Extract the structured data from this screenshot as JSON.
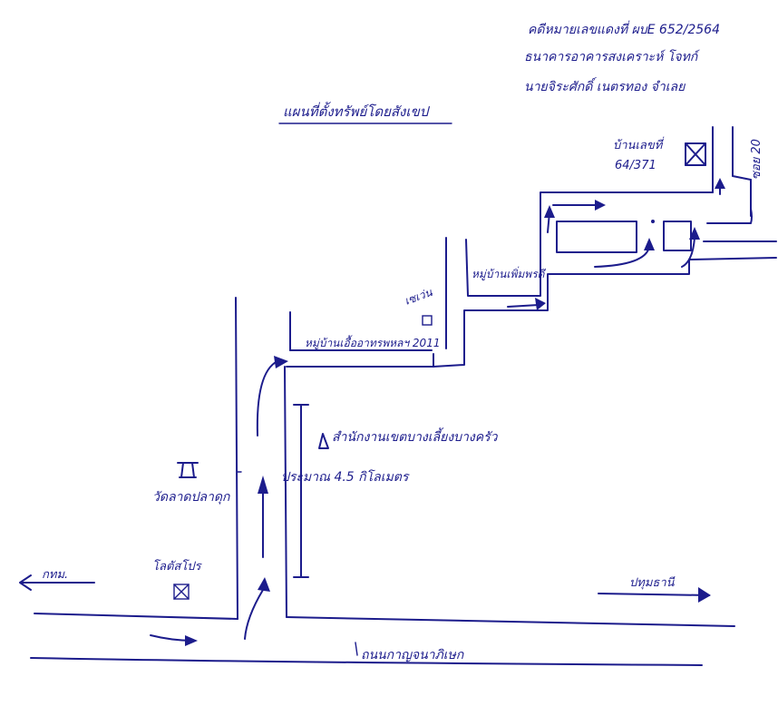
{
  "header": {
    "line1": "คดีหมายเลขแดงที่ ผบE 652/2564",
    "line2": "ธนาคารอาคารสงเคราะห์ โจทก์",
    "line3": "นายจิระศักดิ์ เนตรทอง จำเลย"
  },
  "title": "แผนที่ตั้งทรัพย์โดยสังเขป",
  "labels": {
    "property_no": "บ้านเลขที่",
    "property_num": "64/371",
    "soi": "ซอย 20",
    "village": "หมู่บ้านเพิ่มพรดี",
    "seven_eleven": "เซเว่น",
    "housing_soi": "หมู่บ้านเอื้ออาทรพหลฯ 2011",
    "office": "สำนักงานเขตบางเลี้ยงบางครัว",
    "distance": "ประมาณ 4.5 กิโลเมตร",
    "temple": "วัดลาดปลาดุก",
    "lotus": "โลตัสโปร",
    "to_bangkok": "กทม.",
    "to_pathum": "ปทุมธานี",
    "main_road": "ถนนกาญจนาภิเษก"
  }
}
